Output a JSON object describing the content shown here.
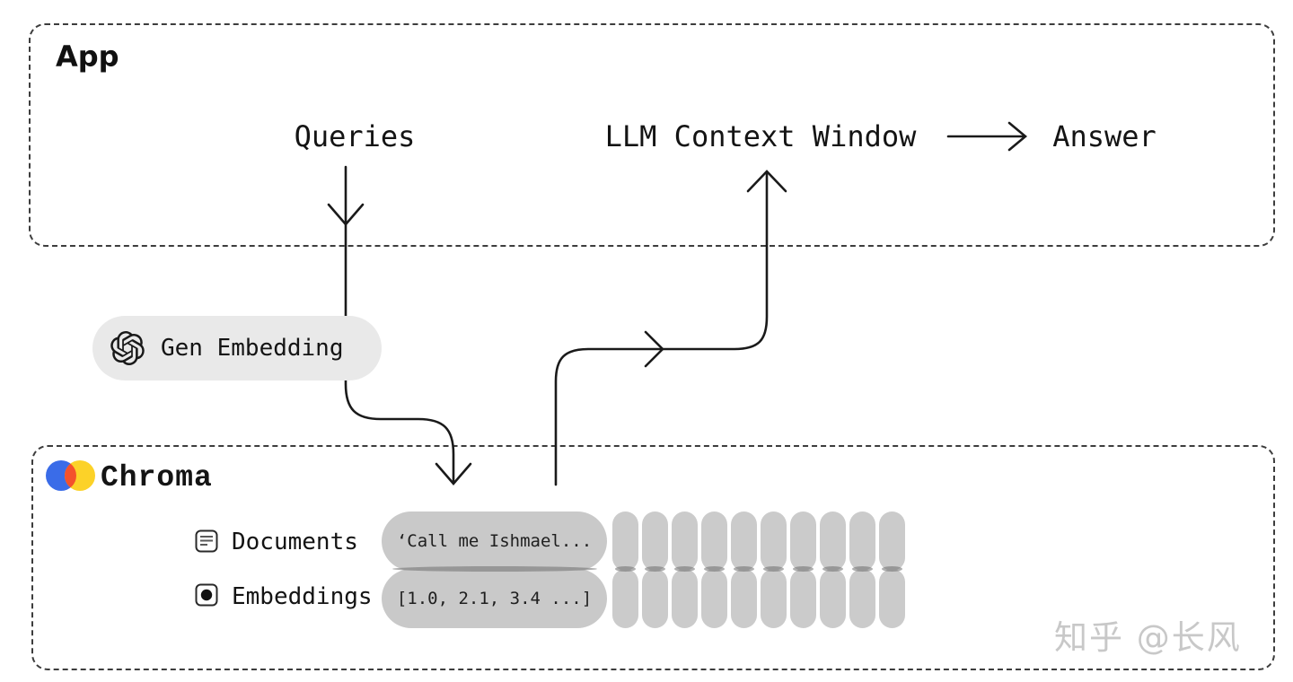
{
  "app": {
    "title": "App",
    "queries_label": "Queries",
    "llm_label": "LLM Context Window",
    "answer_label": "Answer"
  },
  "gen_embedding": {
    "label": "Gen Embedding",
    "icon": "openai-logo-icon"
  },
  "chroma": {
    "title": "Chroma",
    "rows": [
      {
        "icon": "documents-icon",
        "label": "Documents",
        "value": "‘Call me Ishmael..."
      },
      {
        "icon": "embeddings-icon",
        "label": "Embeddings",
        "value": "[1.0, 2.1, 3.4 ...]"
      }
    ],
    "vector_grid": {
      "columns": 10,
      "rows": 2
    }
  },
  "watermark": "知乎 @长风",
  "colors": {
    "line": "#1a1a1a",
    "box_border": "#3d3d3d",
    "pill_light": "#e9e9e9",
    "pill_gray": "#c9c9c9",
    "pill_seam": "#9e9e9e",
    "chroma_blue": "#3a6ce8",
    "chroma_yellow": "#fcd228",
    "chroma_orange": "#f4512c",
    "watermark_gray": "#c8c8c8"
  }
}
